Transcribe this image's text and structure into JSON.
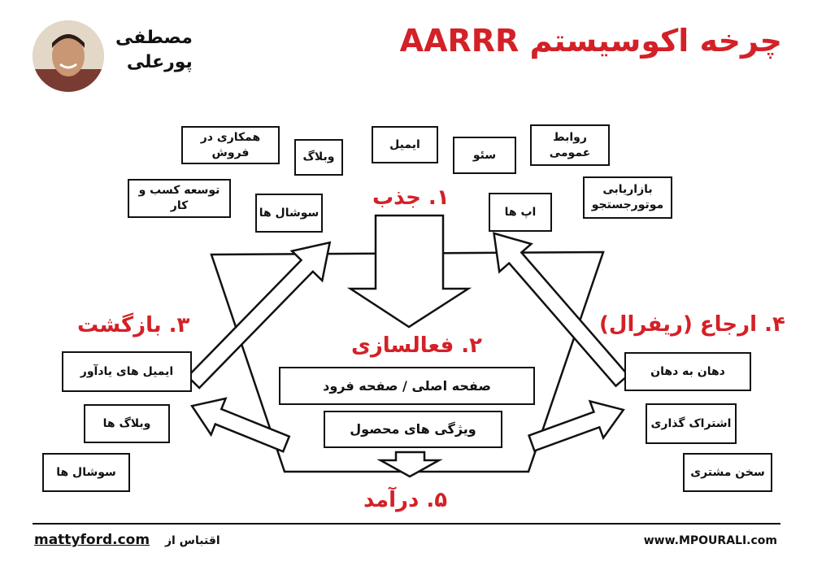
{
  "title": "چرخه اکوسیستم AARRR",
  "author": {
    "line1": "مصطفی",
    "line2": "پورعلی"
  },
  "stages": {
    "acquisition": "۱. جذب",
    "activation": "۲. فعالسازی",
    "retention": "۳. بازگشت",
    "referral": "۴. ارجاع (ریفرال)",
    "revenue": "۵. درآمد"
  },
  "acquisition_channels": {
    "affiliate": "همکاری در فروش",
    "blog": "وبلاگ",
    "email": "ایمیل",
    "seo": "سئو",
    "pr": "روابط عمومی",
    "bizdev": "توسعه کسب و کار",
    "social": "سوشال ها",
    "apps": "اپ ها",
    "sem_line1": "بازاریابی",
    "sem_line2": "موتورجستجو"
  },
  "activation_items": {
    "landing": "صفحه اصلی  /  صفحه فرود",
    "features": "ویژگی های محصول"
  },
  "retention_items": {
    "reminder_emails": "ایمیل های یادآور",
    "blogs": "وبلاگ ها",
    "social": "سوشال ها"
  },
  "referral_items": {
    "word_of_mouth": "دهان به دهان",
    "sharing": "اشتراک گذاری",
    "testimonials": "سخن مشتری"
  },
  "footer": {
    "source_link": "mattyford.com",
    "source_prefix": "اقتباس از",
    "website": "www.MPOURALI.com"
  }
}
